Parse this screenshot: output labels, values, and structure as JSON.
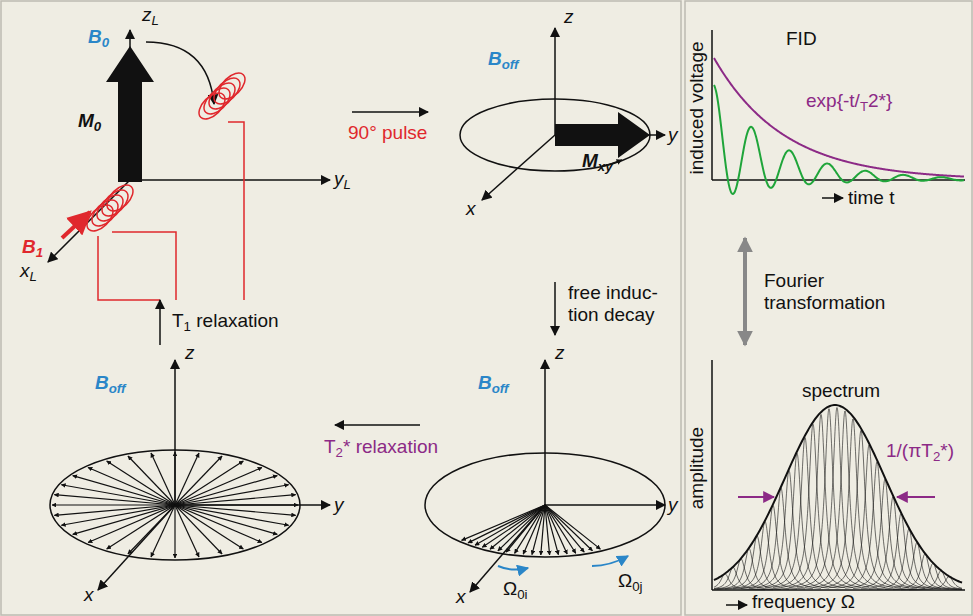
{
  "diagram": {
    "labels": [
      "zL",
      "B0",
      "M0",
      "yL",
      "B1",
      "xL",
      "90° pulse",
      "z",
      "Boff",
      "y",
      "Mxy",
      "x",
      "T1 relaxation",
      "free induc- tion decay",
      "z",
      "Boff",
      "y",
      "x",
      "T2* relaxation",
      "z",
      "Boff",
      "y",
      "x",
      "Ω0i",
      "Ω0j",
      "FID",
      "induced voltage",
      "exp{-t/T2*}",
      "time t",
      "Fourier transformation",
      "amplitude",
      "spectrum",
      "1/(πT2*)",
      "frequency Ω"
    ]
  }
}
